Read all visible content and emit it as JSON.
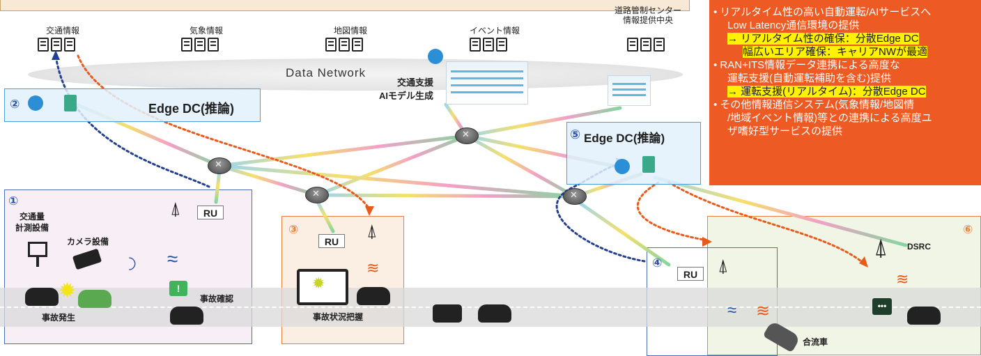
{
  "sources": [
    {
      "label": "交通情報"
    },
    {
      "label": "気象情報"
    },
    {
      "label": "地図情報"
    },
    {
      "label": "イベント情報"
    },
    {
      "label": "道路管制センター\n情報提供中央"
    }
  ],
  "network": {
    "label": "Data Network"
  },
  "center": {
    "line1": "交通支援",
    "line2": "AIモデル生成"
  },
  "edge_left": {
    "num": "②",
    "label": "Edge DC(推論)"
  },
  "edge_right": {
    "num": "⑤",
    "label": "Edge DC(推論)"
  },
  "zone1": {
    "num": "①",
    "equip1": "交通量\n計測設備",
    "equip2": "カメラ設備",
    "ru": "RU",
    "accident": "事故発生",
    "confirm": "事故確認"
  },
  "zone3": {
    "num": "③",
    "ru": "RU",
    "grasp": "事故状況把握"
  },
  "zone4": {
    "num": "④",
    "ru": "RU",
    "merge": "合流車"
  },
  "zone6": {
    "num": "⑥",
    "dsrc": "DSRC"
  },
  "panel": {
    "b1_l1": "• リアルタイム性の高い自動運転/AIサービスへ",
    "b1_l2": "Low Latency通信環境の提供",
    "b1_l3": "→ リアルタイム性の確保：分散Edge DC",
    "b1_l4": "幅広いエリア確保：キャリアNWが最適",
    "b2_l1": "• RAN+ITS情報データ連携による高度な",
    "b2_l2": "運転支援(自動運転補助を含む)提供",
    "b2_l3": "→ 運転支援(リアルタイム)：分散Edge DC",
    "b3_l1": "• その他情報通信システム(気象情報/地図情",
    "b3_l2": "/地域イベント情報)等との連携による高度ユ",
    "b3_l3": "ザ嗜好型サービスの提供"
  },
  "colors": {
    "panel": "#ee5a24",
    "highlight": "#fff200",
    "edge_border": "#4a9fd8",
    "zone_orange": "#e87f3a",
    "zone_blue": "#4a6db5",
    "zone1_fill": "#f8eef5",
    "zone6_fill": "#f0f5e6",
    "dotted_blue": "#233f8f",
    "dotted_orange": "#e85a1a"
  },
  "icons": [
    "server-icon",
    "router-icon",
    "antenna-tower-icon",
    "car-icon",
    "camera-icon",
    "traffic-sensor-icon",
    "ai-brain-icon",
    "tablet-icon",
    "ambulance-icon",
    "police-car-icon",
    "wifi-icon",
    "dsrc-tower-icon",
    "message-icon",
    "warning-icon"
  ]
}
